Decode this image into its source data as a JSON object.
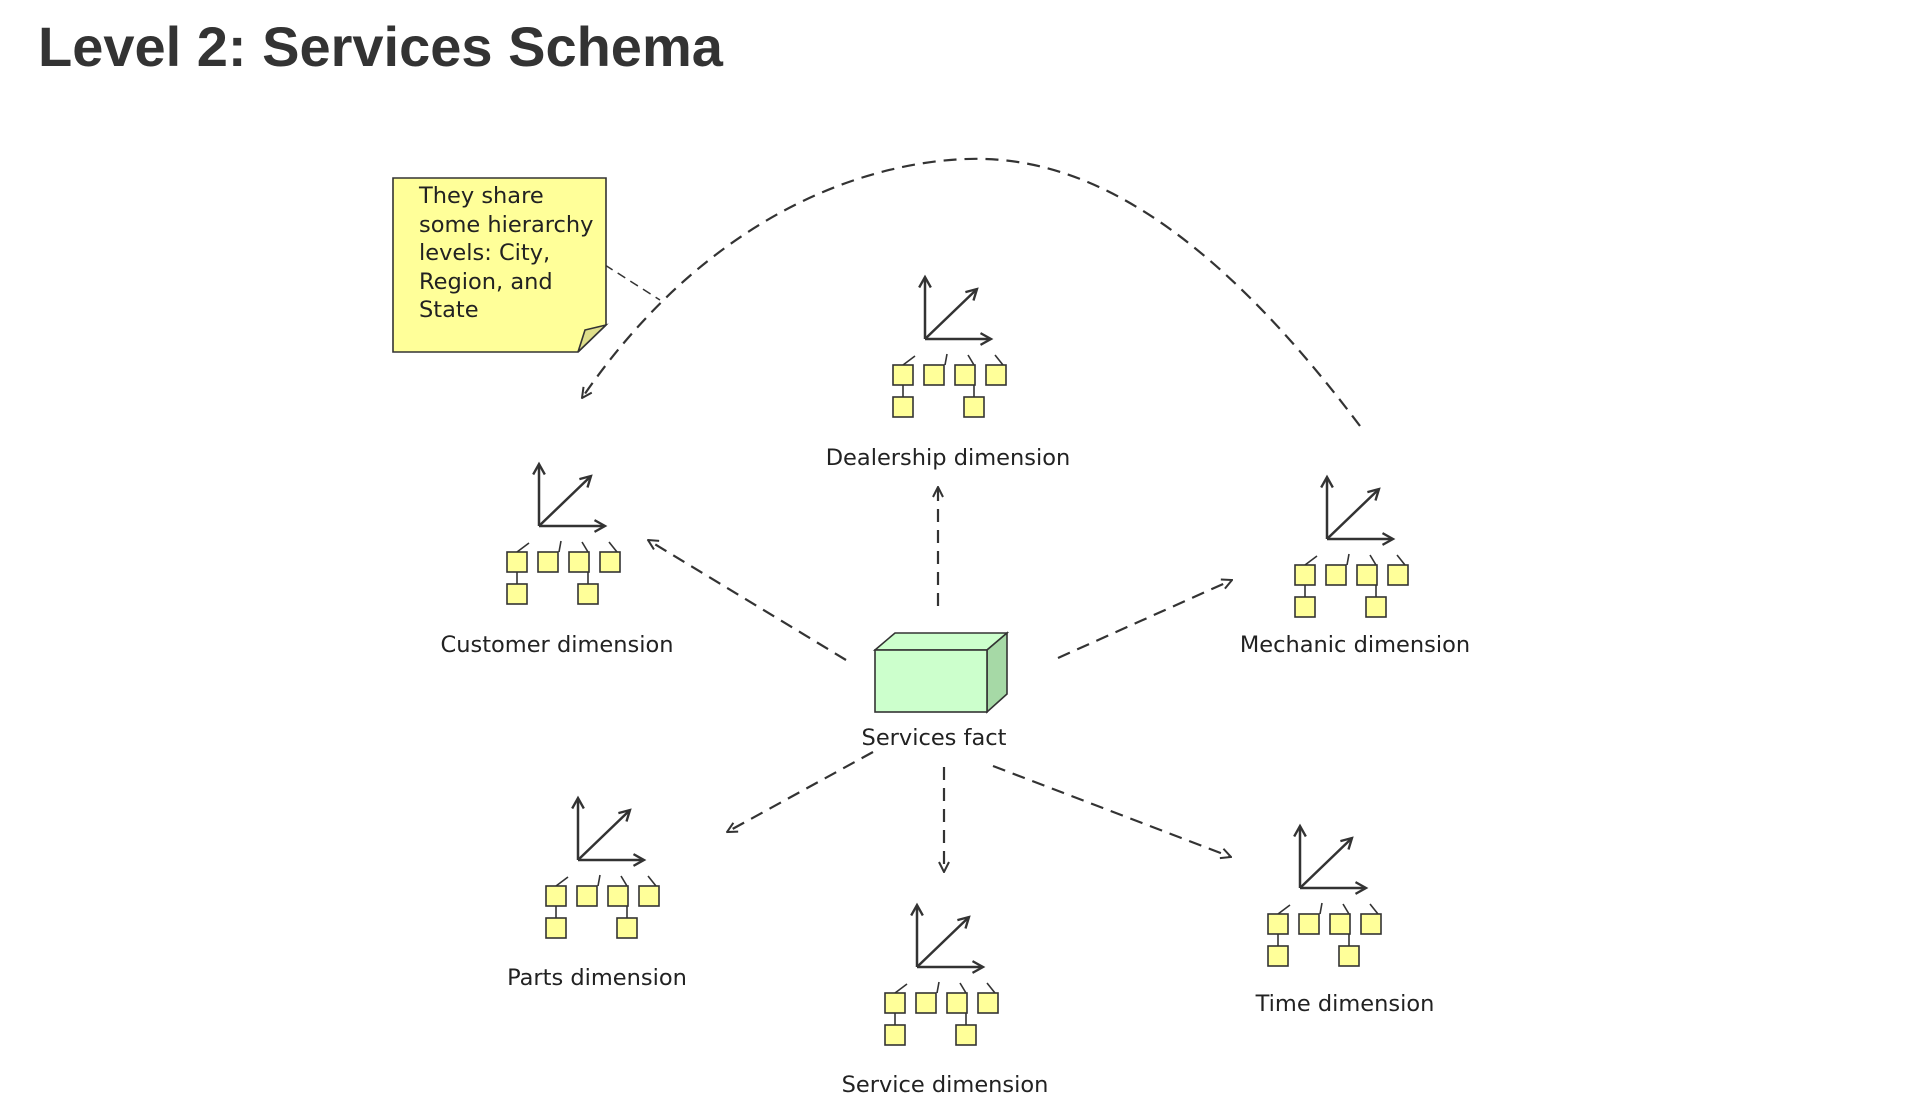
{
  "title": "Level 2: Services Schema",
  "note": {
    "lines": [
      "They share",
      "some hierarchy",
      "levels: City,",
      "Region, and",
      "State"
    ],
    "color": "#ffff99"
  },
  "fact": {
    "label": "Services fact",
    "color": "#ccffcc"
  },
  "dimensions": [
    {
      "id": "dealership",
      "label": "Dealership dimension"
    },
    {
      "id": "customer",
      "label": "Customer dimension"
    },
    {
      "id": "mechanic",
      "label": "Mechanic dimension"
    },
    {
      "id": "parts",
      "label": "Parts dimension"
    },
    {
      "id": "service",
      "label": "Service dimension"
    },
    {
      "id": "time",
      "label": "Time dimension"
    }
  ],
  "colors": {
    "dimension_box": "#ffff99",
    "line": "#333333"
  }
}
